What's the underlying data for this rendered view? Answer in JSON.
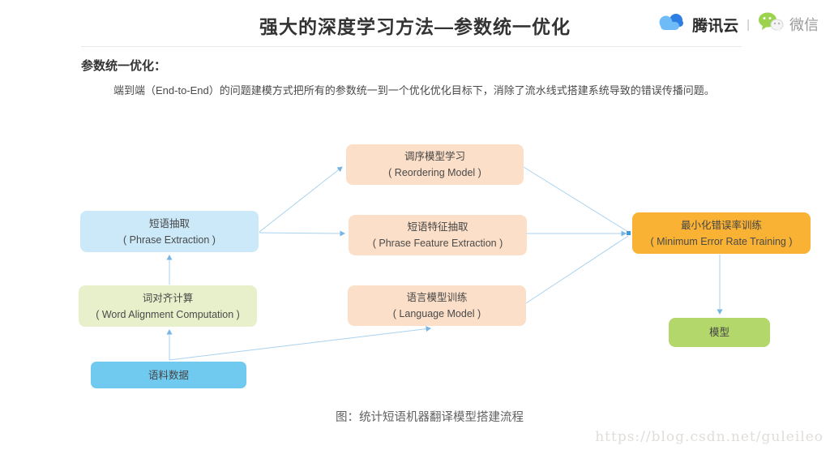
{
  "header": {
    "title": "强大的深度学习方法—参数统一优化",
    "brand": {
      "tencent_cloud": "腾讯云",
      "separator": "|",
      "wechat": "微信",
      "icons": [
        "tencent-cloud-icon",
        "wechat-icon"
      ]
    }
  },
  "section": {
    "heading": "参数统一优化：",
    "body": "端到端（End-to-End）的问题建模方式把所有的参数统一到一个优化优化目标下，消除了流水线式搭建系统导致的错误传播问题。"
  },
  "diagram": {
    "caption": "图：统计短语机器翻译模型搭建流程",
    "nodes": [
      {
        "id": "phrase-extraction",
        "title": "短语抽取",
        "subtitle": "( Phrase Extraction )",
        "bg": "#cbe9f8"
      },
      {
        "id": "word-alignment",
        "title": "词对齐计算",
        "subtitle": "( Word Alignment Computation )",
        "bg": "#e8f0cb"
      },
      {
        "id": "corpus-data",
        "title": "语料数据",
        "bg": "#70c9ee"
      },
      {
        "id": "reordering-model",
        "title": "调序模型学习",
        "subtitle": "( Reordering Model )",
        "bg": "#fbdfc8"
      },
      {
        "id": "phrase-feature-extraction",
        "title": "短语特征抽取",
        "subtitle": "( Phrase Feature Extraction )",
        "bg": "#fbdfc8"
      },
      {
        "id": "language-model",
        "title": "语言模型训练",
        "subtitle": "( Language Model )",
        "bg": "#fbdfc8"
      },
      {
        "id": "minimum-error-rate-training",
        "title": "最小化错误率训练",
        "subtitle": "( Minimum Error Rate Training )",
        "bg": "#f9b234"
      },
      {
        "id": "model",
        "title": "模型",
        "bg": "#b3d76a"
      }
    ],
    "edges": [
      {
        "from": "corpus-data",
        "to": "word-alignment"
      },
      {
        "from": "corpus-data",
        "to": "language-model"
      },
      {
        "from": "word-alignment",
        "to": "phrase-extraction"
      },
      {
        "from": "phrase-extraction",
        "to": "reordering-model"
      },
      {
        "from": "phrase-extraction",
        "to": "phrase-feature-extraction"
      },
      {
        "from": "reordering-model",
        "to": "minimum-error-rate-training"
      },
      {
        "from": "phrase-feature-extraction",
        "to": "minimum-error-rate-training"
      },
      {
        "from": "language-model",
        "to": "minimum-error-rate-training"
      },
      {
        "from": "minimum-error-rate-training",
        "to": "model"
      }
    ]
  },
  "watermark": "https://blog.csdn.net/guleileo",
  "colors": {
    "connector": "#a9d2ef",
    "arrowhead": "#77b5e4",
    "watermark": "#e0ddda"
  }
}
